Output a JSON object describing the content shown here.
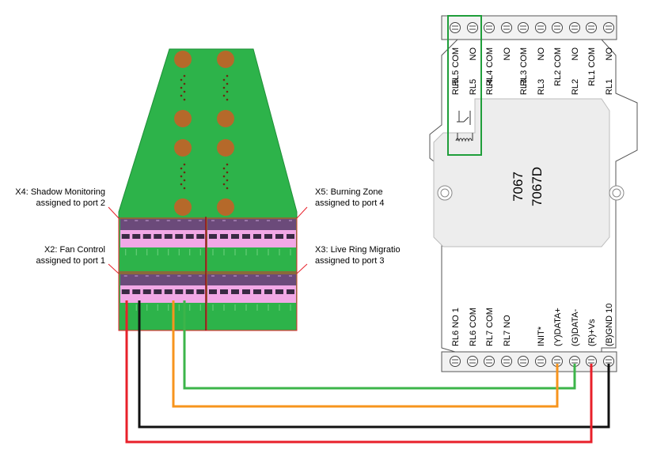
{
  "labels": {
    "x4": {
      "line1": "X4: Shadow Monitoring",
      "line2": "assigned to port 2"
    },
    "x2": {
      "line1": "X2: Fan Control",
      "line2": "assigned to port 1"
    },
    "x5": {
      "line1": "X5: Burning Zone",
      "line2": "assigned to port 4"
    },
    "x3": {
      "line1": "X3: Live Ring Migratio",
      "line2": "assigned to port 3"
    }
  },
  "module": {
    "model_line1": "7067",
    "model_line2": "7067D",
    "top_terminals": [
      "RL5 COM",
      "NO",
      "RL4 COM",
      "NO",
      "RL3 COM",
      "NO",
      "RL2 COM",
      "NO",
      "RL1 COM",
      "NO"
    ],
    "top_channel_labels": [
      "RL5",
      "RL5",
      "RL4",
      "RL3",
      "RL3",
      "RL2",
      "RL1"
    ],
    "bottom_terminals": [
      "RL6 NO 1",
      "RL6 COM",
      "RL7 COM",
      "RL7 NO",
      "",
      "INIT*",
      "(Y)DATA+",
      "(G)DATA-",
      "(R)+Vs",
      "(B)GND 10"
    ]
  },
  "colors": {
    "board_green": "#2db34a",
    "connector_pink": "#f2a8e6",
    "highlight_green": "#1f9e3a",
    "callout_red": "#e8202a",
    "wire_green": "#3cb54a",
    "wire_orange": "#f7941d",
    "wire_black": "#111111",
    "wire_red": "#e8202a"
  },
  "icons": [
    "relay-symbol-icon",
    "screw-terminal-icon",
    "mounting-hole-icon"
  ]
}
